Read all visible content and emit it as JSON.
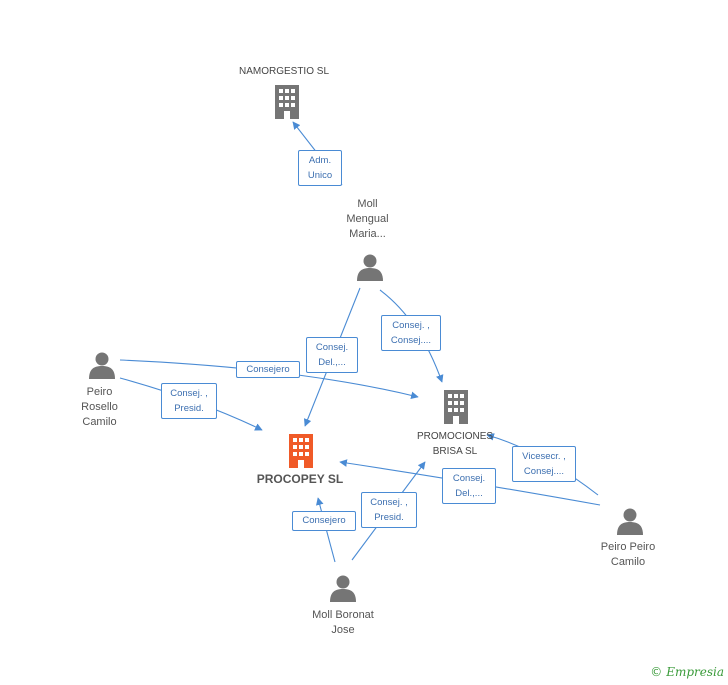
{
  "nodes": {
    "namorgestio": {
      "label": "NAMORGESTIO SL",
      "kind": "company"
    },
    "moll_mengual": {
      "label": "Moll\nMengual\nMaria...",
      "kind": "person"
    },
    "peiro_rosello": {
      "label": "Peiro\nRosello\nCamilo",
      "kind": "person"
    },
    "procopey": {
      "label": "PROCOPEY SL",
      "kind": "main-company"
    },
    "promociones": {
      "label": "PROMOCIONES\nBRISA SL",
      "kind": "company"
    },
    "peiro_peiro": {
      "label": "Peiro Peiro\nCamilo",
      "kind": "person"
    },
    "moll_boronat": {
      "label": "Moll Boronat\nJose",
      "kind": "person"
    }
  },
  "edges": [
    {
      "id": "mm-nam",
      "label": "Adm.\nUnico"
    },
    {
      "id": "mm-proc",
      "label": "Consej.\nDel.,..."
    },
    {
      "id": "mm-prom",
      "label": "Consej. ,\nConsej...."
    },
    {
      "id": "pr-prom",
      "label": "Consejero"
    },
    {
      "id": "pr-proc",
      "label": "Consej. ,\nPresid."
    },
    {
      "id": "pp-prom",
      "label": "Vicesecr. ,\nConsej...."
    },
    {
      "id": "pp-proc",
      "label": "Consej.\nDel.,..."
    },
    {
      "id": "mb-proc",
      "label": "Consejero"
    },
    {
      "id": "mb-prom",
      "label": "Consej. ,\nPresid."
    }
  ],
  "colors": {
    "edge": "#4a8bd4",
    "person": "#757575",
    "company": "#757575",
    "main_company": "#f05a28"
  },
  "brand": {
    "copyright": "©",
    "name": "Empresia"
  }
}
